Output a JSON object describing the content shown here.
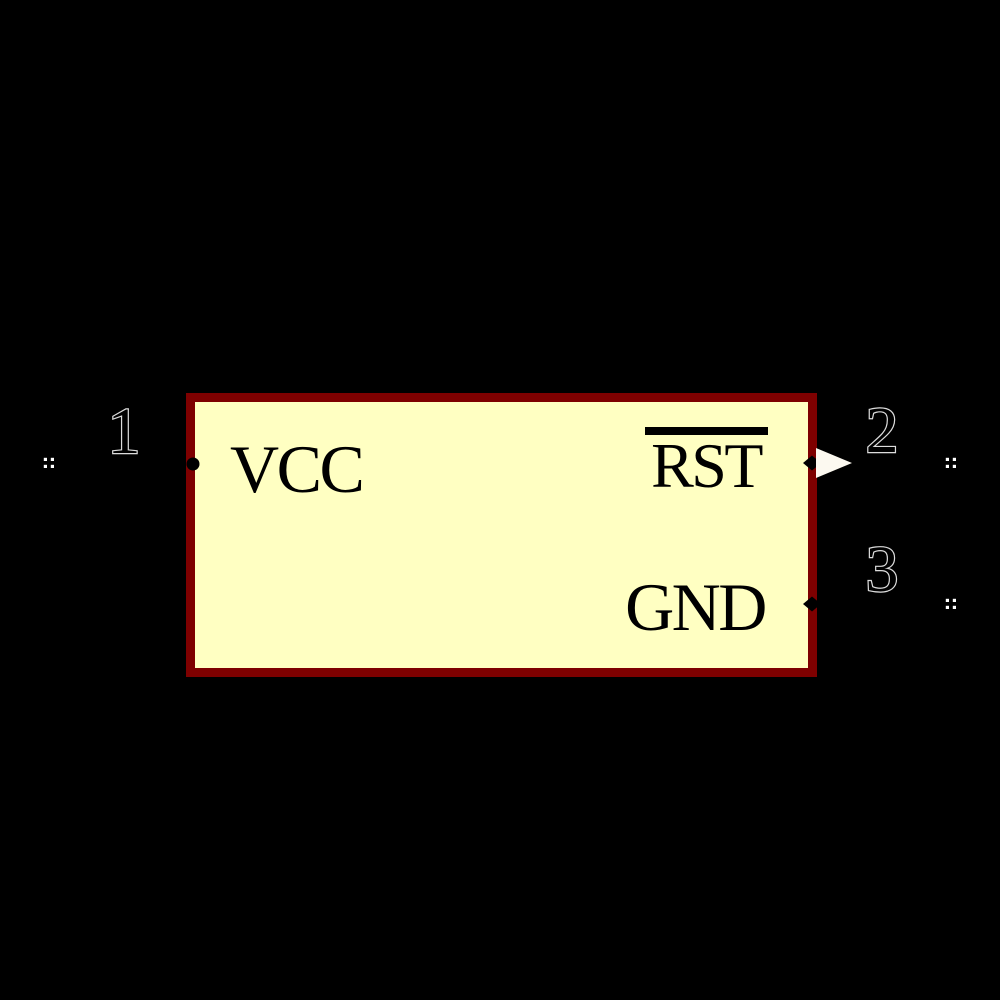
{
  "schematic": {
    "background_color": "#000000",
    "symbol": {
      "body_fill": "#FFFFC2",
      "body_outline": "#7E0000",
      "pin_name_color": "#000000",
      "pin_number_outline_color": "#DCDCDC",
      "output_arrow_fill": "#FCF9F0",
      "endpoint_marker": "four-white-dots",
      "pins": [
        {
          "number": "1",
          "name": "VCC",
          "side": "left",
          "row": "top",
          "name_overline": false
        },
        {
          "number": "2",
          "name": "RST",
          "side": "right",
          "row": "top",
          "name_overline": true,
          "decoration": "output-arrow-triangle"
        },
        {
          "number": "3",
          "name": "GND",
          "side": "right",
          "row": "bottom",
          "name_overline": false
        }
      ]
    }
  }
}
